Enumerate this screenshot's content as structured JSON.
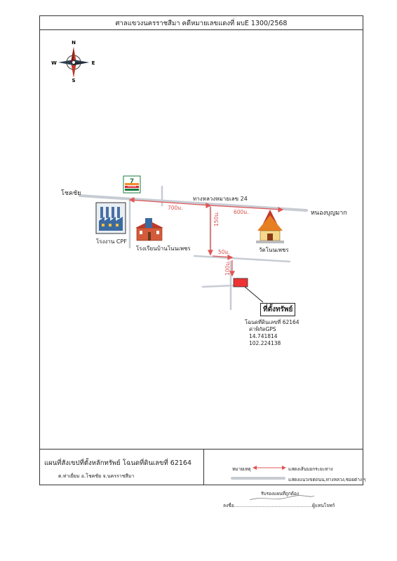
{
  "header": {
    "title": "ศาลแขวงนครราชสีมา คดีหมายเลขแดงที่ ผบE 1300/2568"
  },
  "compass": {
    "n": "N",
    "s": "S",
    "e": "E",
    "w": "W"
  },
  "map": {
    "place_left": "โชคชัย",
    "place_right": "หนองบุญมาก",
    "road_name": "ทางหลวงหมายเลข 24",
    "factory": "โรงงาน CPF",
    "school": "โรงเรียนบ้านโนนเพชร",
    "temple": "วัดโนนเพชร",
    "store_logo": "7",
    "store_text": "ELEVEN"
  },
  "distances": {
    "d700": "700ม.",
    "d600": "600ม.",
    "d150": "150ม.",
    "d50": "50ม.",
    "d100": "100ม."
  },
  "property": {
    "title": "ที่ตั้งทรัพย์",
    "deed": "โฉนดที่ดินเลขที่ 62164",
    "gps_label": "ค่าพิกัดGPS",
    "lat": "14.741814",
    "lon": "102.224138"
  },
  "footer": {
    "title": "แผนที่สังเขปที่ตั้งหลักทรัพย์ โฉนดที่ดินเลขที่ 62164",
    "location": "ต.ท่าเยี่ยม อ.โชคชัย จ.นครราชสีมา",
    "legend_note": "หมายเหตุ",
    "legend_route": "แสดงเส้นบอกระยะทาง",
    "legend_road": "แสดงแนวเขตถนน,ทางหลวง,ซอยต่าง ๆ"
  },
  "certify": {
    "text": "รับรองแผนที่ถูกต้อง",
    "sign": "ลงชื่อ......................................................ผู้แทนโจทก์"
  },
  "colors": {
    "route": "#e05555",
    "road": "#c7ccd3",
    "property": "#ee3333"
  }
}
